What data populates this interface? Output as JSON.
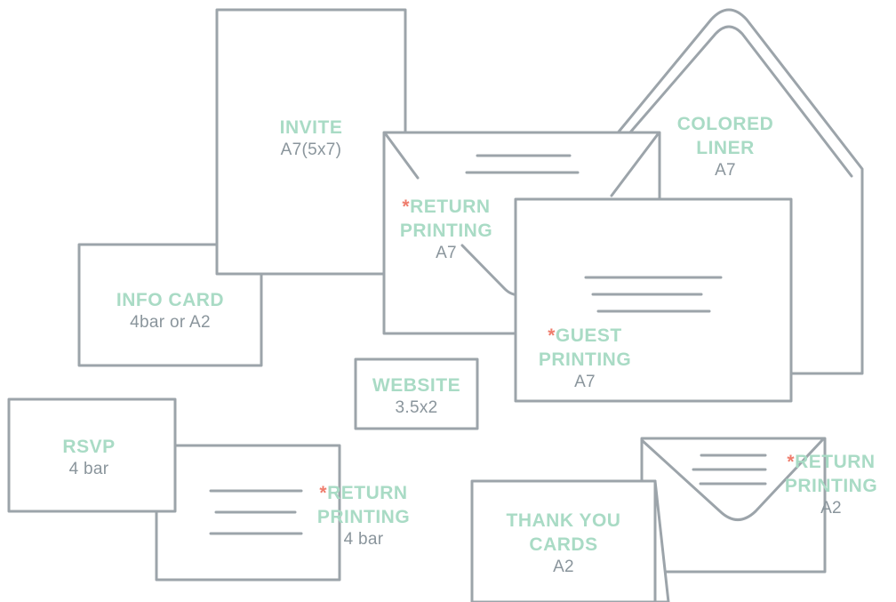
{
  "colors": {
    "outline": "#9ca4aa",
    "title_green": "#a9dbc5",
    "size_gray": "#8a959c",
    "asterisk_red": "#ef7d6d",
    "background": "#ffffff"
  },
  "items": {
    "invite": {
      "title": "INVITE",
      "size": "A7(5x7)"
    },
    "info_card": {
      "title": "INFO CARD",
      "size": "4bar or A2"
    },
    "return_a7": {
      "asterisk": "*",
      "line1": "RETURN",
      "line2": "PRINTING",
      "size": "A7"
    },
    "colored_liner": {
      "line1": "COLORED",
      "line2": "LINER",
      "size": "A7"
    },
    "guest_printing": {
      "asterisk": "*",
      "line1": "GUEST",
      "line2": "PRINTING",
      "size": "A7"
    },
    "website": {
      "title": "WEBSITE",
      "size": "3.5x2"
    },
    "rsvp": {
      "title": "RSVP",
      "size": "4 bar"
    },
    "return_4bar": {
      "asterisk": "*",
      "line1": "RETURN",
      "line2": "PRINTING",
      "size": "4 bar"
    },
    "return_a2": {
      "asterisk": "*",
      "line1": "RETURN",
      "line2": "PRINTING",
      "size": "A2"
    },
    "thank_you": {
      "line1": "THANK YOU",
      "line2": "CARDS",
      "size": "A2"
    }
  }
}
